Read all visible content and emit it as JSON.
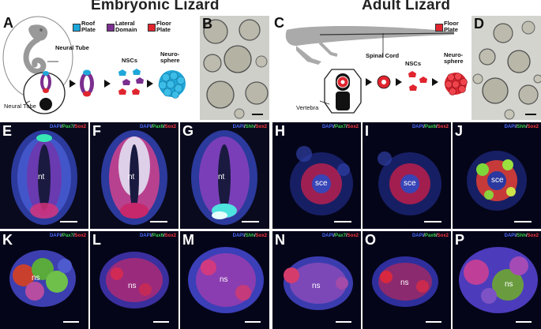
{
  "titles": {
    "embryonic": "Embryonic Lizard",
    "adult": "Adult Lizard"
  },
  "colors": {
    "roof": "#1fa7d9",
    "lateral": "#7b2f8f",
    "floor": "#e0252f",
    "dapi": "#4a6cff",
    "green_marker": "#3ad24a",
    "red_marker": "#ff3b3b"
  },
  "panel_letters": {
    "A": "A",
    "B": "B",
    "C": "C",
    "D": "D",
    "E": "E",
    "F": "F",
    "G": "G",
    "H": "H",
    "I": "I",
    "J": "J",
    "K": "K",
    "L": "L",
    "M": "M",
    "N": "N",
    "O": "O",
    "P": "P"
  },
  "schematic_A": {
    "legend_roof": "Roof\nPlate",
    "legend_lateral": "Lateral\nDomain",
    "legend_floor": "Floor\nPlate",
    "neural_tube_top": "Neural Tube",
    "neural_tube_bottom": "Neural Tube",
    "nscs": "NSCs",
    "neurosphere": "Neuro-\nsphere"
  },
  "schematic_C": {
    "legend_floor": "Floor\nPlate",
    "spinal_cord": "Spinal Cord",
    "vertebra": "Vertebra",
    "nscs": "NSCs",
    "neurosphere": "Neuro-\nsphere"
  },
  "stain_labels": {
    "dapi": "DAPI",
    "pax7": "Pax7",
    "pax6": "Pax6",
    "shh": "Shh",
    "sox2": "Sox2"
  },
  "tissue_labels": {
    "nt": "nt",
    "sce": "sce",
    "ns": "ns"
  }
}
